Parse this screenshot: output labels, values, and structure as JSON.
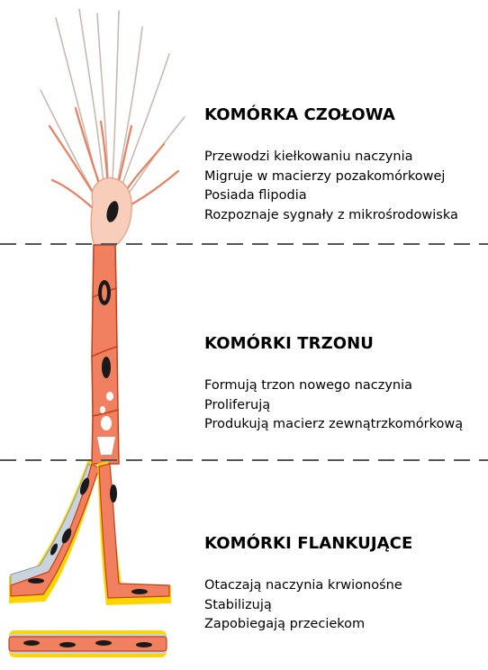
{
  "colors": {
    "cell_fill": "#f08060",
    "cell_edge": "#c0411c",
    "cell_light": "#f8cdb9",
    "nucleus": "#1a1a1a",
    "pericyte_yellow": "#ffd400",
    "pericyte_gray": "#c9d3db",
    "divider": "#555555"
  },
  "sections": [
    {
      "title": "KOMÓRKA CZOŁOWA",
      "lines": [
        "Przewodzi kiełkowaniu naczynia",
        "Migruje w macierzy pozakomórkowej",
        "Posiada flipodia",
        "Rozpoznaje sygnały z mikrośrodowiska"
      ]
    },
    {
      "title": "KOMÓRKI TRZONU",
      "lines": [
        "Formują trzon nowego naczynia",
        "Proliferują",
        "Produkują macierz zewnątrzkomórkową"
      ]
    },
    {
      "title": "KOMÓRKI FLANKUJĄCE",
      "lines": [
        "Otaczają naczynia krwionośne",
        "Stabilizują",
        "Zapobiegają przeciekom"
      ]
    }
  ]
}
